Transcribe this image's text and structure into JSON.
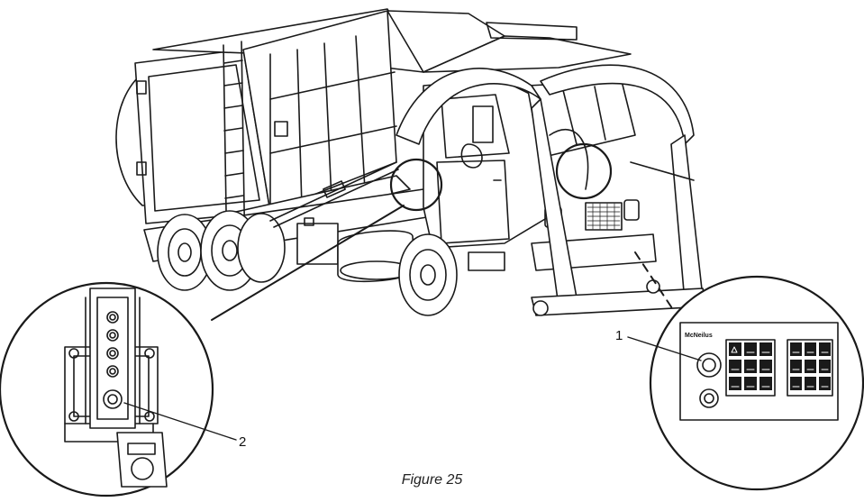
{
  "figure": {
    "caption": "Figure 25",
    "callouts": [
      {
        "number": "1",
        "target": "control panel detail"
      },
      {
        "number": "2",
        "target": "arm pendant detail"
      }
    ],
    "panel": {
      "brand": "McNeilus"
    },
    "icons": [
      "truck-icon",
      "cab-icon",
      "control-panel-icon",
      "pendant-icon",
      "ladder-icon",
      "wheel-icon"
    ]
  }
}
